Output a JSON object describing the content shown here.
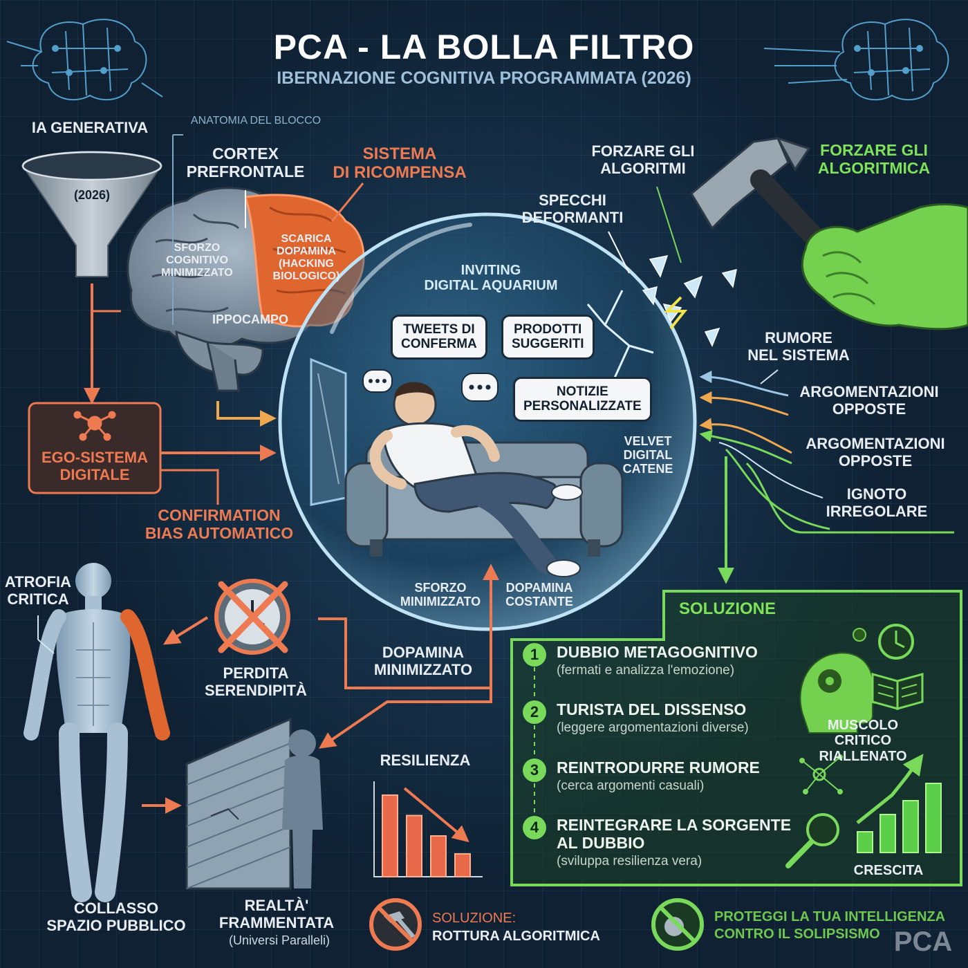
{
  "header": {
    "title": "PCA - LA BOLLA FILTRO",
    "subtitle": "IBERNAZIONE COGNITIVA PROGRAMMATA (2026)"
  },
  "left": {
    "ia_generativa": "IA GENERATIVA",
    "funnel_label": "(2026)",
    "ego_sistema": "EGO-SISTEMA\nDIGITALE",
    "confirmation_bias": "CONFIRMATION\nBIAS AUTOMATICO"
  },
  "brain": {
    "anatomia": "ANATOMIA DEL BLOCCO",
    "cortex": "CORTEX\nPREFRONTALE",
    "sistema_ricompensa": "SISTEMA\nDI RICOMPENSA",
    "sforzo": "SFORZO\nCOGNITIVO\nMINIMIZZATO",
    "scarica": "SCARICA\nDOPAMINA\n(HACKING\nBIOLOGICO)",
    "ippocampo": "IPPOCAMPO"
  },
  "bubble": {
    "inviting": "INVITING\nDIGITAL AQUARIUM",
    "tweets": "TWEETS DI\nCONFERMA",
    "prodotti": "PRODOTTI\nSUGGERITI",
    "notizie": "NOTIZIE\nPERSONALIZZATE",
    "velvet": "VELVET\nDIGITAL\nCATENE",
    "sforzo_min": "SFORZO\nMINIMIZZATO",
    "dopamina_costante": "DOPAMINA\nCOSTANTE"
  },
  "right": {
    "forzare_algoritmi": "FORZARE GLI\nALGORITMI",
    "forzare_algoritmica": "FORZARE GLI\nALGORITMICA",
    "specchi": "SPECCHI\nDEFORMANTI",
    "rumore": "RUMORE\nNEL SISTEMA",
    "argomentazioni_1": "ARGOMENTAZIONI\nOPPOSTE",
    "argomentazioni_2": "ARGOMENTAZIONI\nOPPOSTE",
    "ignoto": "IGNOTO\nIRREGOLARE"
  },
  "bottom_left": {
    "atrofia": "ATROFIA\nCRITICA",
    "perdita": "PERDITA\nSERENDIPITÀ",
    "dopamina_min": "DOPAMINA\nMINIMIZZATO",
    "collasso": "COLLASSO\nSPAZIO PUBBLICO",
    "realta": "REALTÀ'\nFRAMMENTATA",
    "universi": "(Universi Paralleli)",
    "resilienza": "RESILIENZA"
  },
  "resilienza_chart": {
    "trend": "decreasing",
    "values": [
      100,
      75,
      50,
      28
    ]
  },
  "solution": {
    "title": "SOLUZIONE",
    "steps": [
      {
        "num": "1",
        "title": "DUBBIO METAGOGNITIVO",
        "desc": "(fermati e analizza l'emozione)"
      },
      {
        "num": "2",
        "title": "TURISTA DEL DISSENSO",
        "desc": "(leggere argomentazioni diverse)"
      },
      {
        "num": "3",
        "title": "REINTRODURRE RUMORE",
        "desc": "(cerca argomenti casuali)"
      },
      {
        "num": "4",
        "title": "REINTEGRARE LA SORGENTE\nAL DUBBIO",
        "desc": "(sviluppa resilienza vera)"
      }
    ],
    "muscolo": "MUSCOLO CRITICO\nRIALLENATO",
    "crescita": "CRESCITA"
  },
  "crescita_chart": {
    "trend": "increasing",
    "values": [
      30,
      55,
      75,
      100
    ]
  },
  "footer": {
    "soluzione_label": "SOLUZIONE:",
    "rottura": "ROTTURA ALGORITMICA",
    "proteggi_1": "PROTEGGI LA TUA INTELLIGENZA",
    "proteggi_2": "CONTRO IL SOLIPSISMO",
    "logo": "PCA"
  },
  "colors": {
    "accent_orange": "#ee7a52",
    "accent_green": "#7fe35a",
    "background": "#0f2133"
  }
}
